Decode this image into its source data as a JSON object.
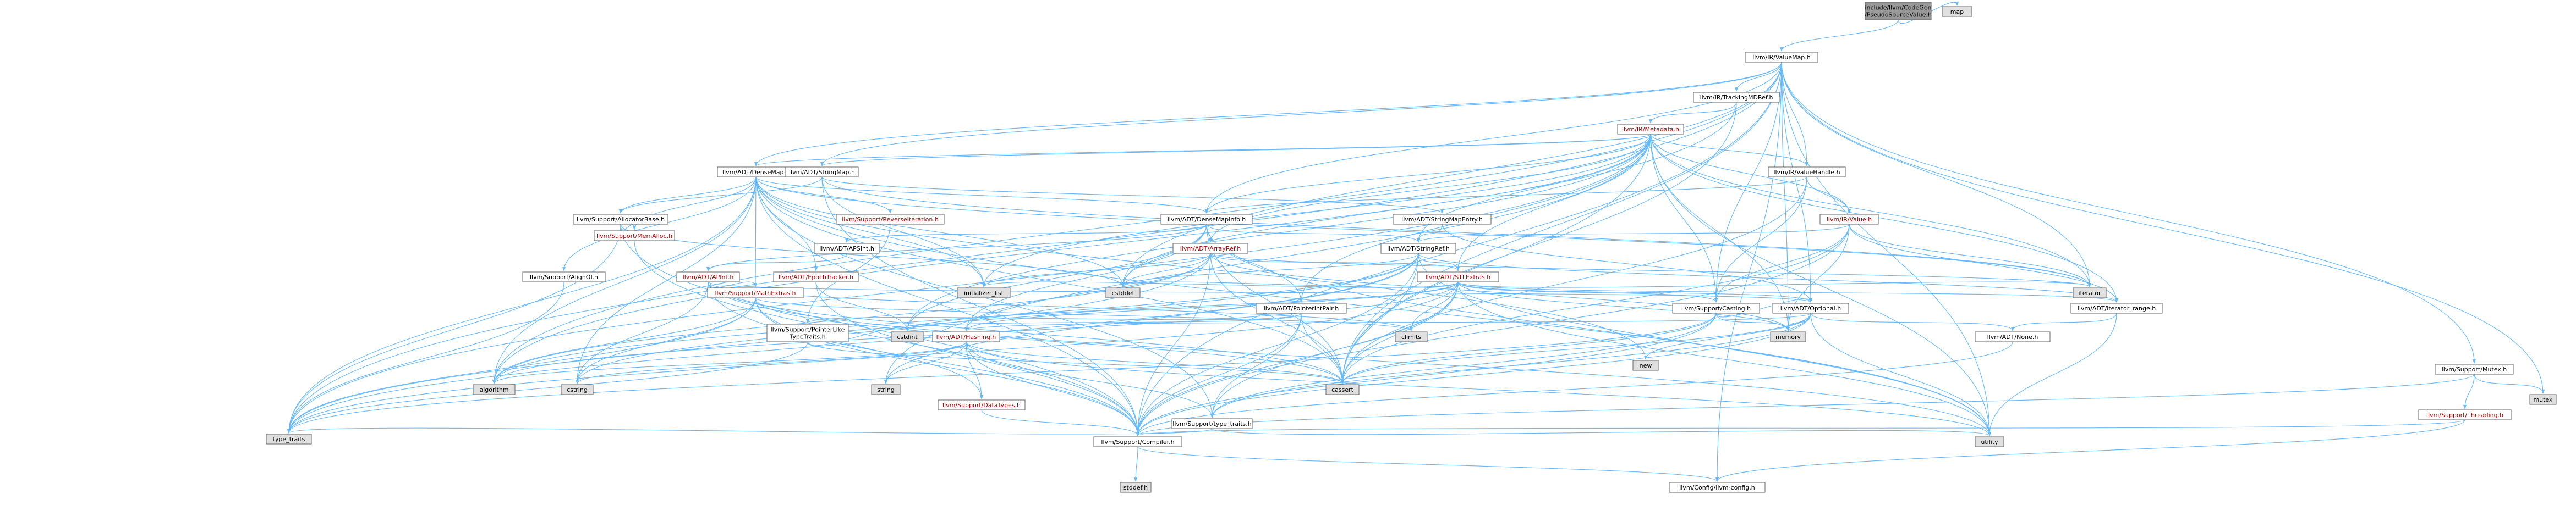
{
  "colors": {
    "root_fill": "#999999",
    "internal_fill": "#ffffff",
    "external_fill": "#e0e0e0",
    "border": "#666666",
    "edge": "#63b8ff",
    "red_label": "#b20000"
  },
  "nodes": {
    "root": {
      "lines": [
        "include/llvm/CodeGen",
        "/PseudoSourceValue.h"
      ],
      "kind": "root"
    },
    "map": {
      "lines": [
        "map"
      ],
      "kind": "external"
    },
    "valuemap": {
      "lines": [
        "llvm/IR/ValueMap.h"
      ],
      "kind": "internal"
    },
    "trackingmdref": {
      "lines": [
        "llvm/IR/TrackingMDRef.h"
      ],
      "kind": "internal"
    },
    "metadata": {
      "lines": [
        "llvm/IR/Metadata.h"
      ],
      "kind": "red"
    },
    "densemap": {
      "lines": [
        "llvm/ADT/DenseMap.h"
      ],
      "kind": "internal"
    },
    "stringmap": {
      "lines": [
        "llvm/ADT/StringMap.h"
      ],
      "kind": "internal"
    },
    "valuehandle": {
      "lines": [
        "llvm/IR/ValueHandle.h"
      ],
      "kind": "internal"
    },
    "allocatorbase": {
      "lines": [
        "llvm/Support/AllocatorBase.h"
      ],
      "kind": "internal"
    },
    "reverseiteration": {
      "lines": [
        "llvm/Support/ReverseIteration.h"
      ],
      "kind": "red"
    },
    "densemapinfo": {
      "lines": [
        "llvm/ADT/DenseMapInfo.h"
      ],
      "kind": "internal"
    },
    "stringmapentry": {
      "lines": [
        "llvm/ADT/StringMapEntry.h"
      ],
      "kind": "internal"
    },
    "irvalue": {
      "lines": [
        "llvm/IR/Value.h"
      ],
      "kind": "red"
    },
    "memalloc": {
      "lines": [
        "llvm/Support/MemAlloc.h"
      ],
      "kind": "red"
    },
    "apsint": {
      "lines": [
        "llvm/ADT/APSInt.h"
      ],
      "kind": "internal"
    },
    "arrayref": {
      "lines": [
        "llvm/ADT/ArrayRef.h"
      ],
      "kind": "red"
    },
    "stringref": {
      "lines": [
        "llvm/ADT/StringRef.h"
      ],
      "kind": "internal"
    },
    "alignof": {
      "lines": [
        "llvm/Support/AlignOf.h"
      ],
      "kind": "internal"
    },
    "apint": {
      "lines": [
        "llvm/ADT/APInt.h"
      ],
      "kind": "red"
    },
    "epochtracker": {
      "lines": [
        "llvm/ADT/EpochTracker.h"
      ],
      "kind": "red"
    },
    "stlextras": {
      "lines": [
        "llvm/ADT/STLExtras.h"
      ],
      "kind": "red"
    },
    "mathextras": {
      "lines": [
        "llvm/Support/MathExtras.h"
      ],
      "kind": "red"
    },
    "initializer_list": {
      "lines": [
        "initializer_list"
      ],
      "kind": "external"
    },
    "cstddef": {
      "lines": [
        "cstddef"
      ],
      "kind": "external"
    },
    "pointerintpair": {
      "lines": [
        "llvm/ADT/PointerIntPair.h"
      ],
      "kind": "internal"
    },
    "casting": {
      "lines": [
        "llvm/Support/Casting.h"
      ],
      "kind": "internal"
    },
    "optional": {
      "lines": [
        "llvm/ADT/Optional.h"
      ],
      "kind": "internal"
    },
    "iterator": {
      "lines": [
        "iterator"
      ],
      "kind": "external"
    },
    "iterator_range": {
      "lines": [
        "llvm/ADT/iterator_range.h"
      ],
      "kind": "internal"
    },
    "ptrliketypetraits": {
      "lines": [
        "llvm/Support/PointerLike",
        "TypeTraits.h"
      ],
      "kind": "internal"
    },
    "cstdint": {
      "lines": [
        "cstdint"
      ],
      "kind": "external"
    },
    "hashing": {
      "lines": [
        "llvm/ADT/Hashing.h"
      ],
      "kind": "red"
    },
    "climits": {
      "lines": [
        "climits"
      ],
      "kind": "external"
    },
    "new": {
      "lines": [
        "new"
      ],
      "kind": "external"
    },
    "memory": {
      "lines": [
        "memory"
      ],
      "kind": "external"
    },
    "adtnone": {
      "lines": [
        "llvm/ADT/None.h"
      ],
      "kind": "internal"
    },
    "mutex_h": {
      "lines": [
        "llvm/Support/Mutex.h"
      ],
      "kind": "internal"
    },
    "mutex": {
      "lines": [
        "mutex"
      ],
      "kind": "external"
    },
    "threading": {
      "lines": [
        "llvm/Support/Threading.h"
      ],
      "kind": "red"
    },
    "algorithm": {
      "lines": [
        "algorithm"
      ],
      "kind": "external"
    },
    "cstring": {
      "lines": [
        "cstring"
      ],
      "kind": "external"
    },
    "string": {
      "lines": [
        "string"
      ],
      "kind": "external"
    },
    "datatypes": {
      "lines": [
        "llvm/Support/DataTypes.h"
      ],
      "kind": "red"
    },
    "supporttypetraits": {
      "lines": [
        "llvm/Support/type_traits.h"
      ],
      "kind": "internal"
    },
    "cassert": {
      "lines": [
        "cassert"
      ],
      "kind": "external"
    },
    "type_traits": {
      "lines": [
        "type_traits"
      ],
      "kind": "external"
    },
    "compiler": {
      "lines": [
        "llvm/Support/Compiler.h"
      ],
      "kind": "internal"
    },
    "utility": {
      "lines": [
        "utility"
      ],
      "kind": "external"
    },
    "stddef": {
      "lines": [
        "stddef.h"
      ],
      "kind": "external"
    },
    "llvmconfig": {
      "lines": [
        "llvm/Config/llvm-config.h"
      ],
      "kind": "internal"
    }
  },
  "edges": [
    [
      "root",
      "valuemap"
    ],
    [
      "root",
      "map"
    ],
    [
      "valuemap",
      "trackingmdref"
    ],
    [
      "valuemap",
      "densemap"
    ],
    [
      "valuemap",
      "stringmap"
    ],
    [
      "valuemap",
      "valuehandle"
    ],
    [
      "valuemap",
      "mutex_h"
    ],
    [
      "valuemap",
      "mutex"
    ],
    [
      "valuemap",
      "casting"
    ],
    [
      "valuemap",
      "optional"
    ],
    [
      "valuemap",
      "iterator"
    ],
    [
      "valuemap",
      "type_traits"
    ],
    [
      "valuemap",
      "utility"
    ],
    [
      "valuemap",
      "cassert"
    ],
    [
      "valuemap",
      "cstddef"
    ],
    [
      "valuemap",
      "memory"
    ],
    [
      "valuemap",
      "algorithm"
    ],
    [
      "valuemap",
      "llvmconfig"
    ],
    [
      "valuemap",
      "densemapinfo"
    ],
    [
      "valuemap",
      "compiler"
    ],
    [
      "trackingmdref",
      "metadata"
    ],
    [
      "trackingmdref",
      "cassert"
    ],
    [
      "trackingmdref",
      "algorithm"
    ],
    [
      "metadata",
      "densemap"
    ],
    [
      "metadata",
      "stringmap"
    ],
    [
      "metadata",
      "valuehandle"
    ],
    [
      "metadata",
      "irvalue"
    ],
    [
      "metadata",
      "arrayref"
    ],
    [
      "metadata",
      "stringref"
    ],
    [
      "metadata",
      "densemapinfo"
    ],
    [
      "metadata",
      "stlextras"
    ],
    [
      "metadata",
      "casting"
    ],
    [
      "metadata",
      "pointerintpair"
    ],
    [
      "metadata",
      "iterator_range"
    ],
    [
      "metadata",
      "cassert"
    ],
    [
      "metadata",
      "cstddef"
    ],
    [
      "metadata",
      "cstdint"
    ],
    [
      "metadata",
      "iterator"
    ],
    [
      "metadata",
      "memory"
    ],
    [
      "metadata",
      "string"
    ],
    [
      "metadata",
      "type_traits"
    ],
    [
      "metadata",
      "utility"
    ],
    [
      "metadata",
      "initializer_list"
    ],
    [
      "densemap",
      "allocatorbase"
    ],
    [
      "densemap",
      "reverseiteration"
    ],
    [
      "densemap",
      "densemapinfo"
    ],
    [
      "densemap",
      "epochtracker"
    ],
    [
      "densemap",
      "alignof"
    ],
    [
      "densemap",
      "compiler"
    ],
    [
      "densemap",
      "mathextras"
    ],
    [
      "densemap",
      "memalloc"
    ],
    [
      "densemap",
      "supporttypetraits"
    ],
    [
      "densemap",
      "algorithm"
    ],
    [
      "densemap",
      "cassert"
    ],
    [
      "densemap",
      "cstddef"
    ],
    [
      "densemap",
      "cstring"
    ],
    [
      "densemap",
      "initializer_list"
    ],
    [
      "densemap",
      "iterator"
    ],
    [
      "densemap",
      "new"
    ],
    [
      "densemap",
      "type_traits"
    ],
    [
      "densemap",
      "utility"
    ],
    [
      "stringmap",
      "stringmapentry"
    ],
    [
      "stringmap",
      "allocatorbase"
    ],
    [
      "stringmap",
      "initializer_list"
    ],
    [
      "stringmap",
      "iterator"
    ],
    [
      "stringmap",
      "compiler"
    ],
    [
      "valuehandle",
      "densemapinfo"
    ],
    [
      "valuehandle",
      "casting"
    ],
    [
      "valuehandle",
      "irvalue"
    ],
    [
      "valuehandle",
      "cassert"
    ],
    [
      "allocatorbase",
      "memalloc"
    ],
    [
      "allocatorbase",
      "compiler"
    ],
    [
      "allocatorbase",
      "cstddef"
    ],
    [
      "allocatorbase",
      "type_traits"
    ],
    [
      "reverseiteration",
      "ptrliketypetraits"
    ],
    [
      "densemapinfo",
      "apsint"
    ],
    [
      "densemapinfo",
      "arrayref"
    ],
    [
      "densemapinfo",
      "stringref"
    ],
    [
      "densemapinfo",
      "hashing"
    ],
    [
      "densemapinfo",
      "cassert"
    ],
    [
      "densemapinfo",
      "cstddef"
    ],
    [
      "densemapinfo",
      "cstdint"
    ],
    [
      "densemapinfo",
      "utility"
    ],
    [
      "densemapinfo",
      "apint"
    ],
    [
      "densemapinfo",
      "pointerintpair"
    ],
    [
      "stringmapentry",
      "stringref"
    ],
    [
      "stringmapentry",
      "optional"
    ],
    [
      "irvalue",
      "stringref"
    ],
    [
      "irvalue",
      "casting"
    ],
    [
      "irvalue",
      "iterator_range"
    ],
    [
      "irvalue",
      "compiler"
    ],
    [
      "irvalue",
      "cassert"
    ],
    [
      "irvalue",
      "iterator"
    ],
    [
      "irvalue",
      "memory"
    ],
    [
      "memalloc",
      "compiler"
    ],
    [
      "apsint",
      "apint"
    ],
    [
      "arrayref",
      "stlextras"
    ],
    [
      "arrayref",
      "hashing"
    ],
    [
      "arrayref",
      "none"
    ],
    [
      "arrayref",
      "compiler"
    ],
    [
      "arrayref",
      "algorithm"
    ],
    [
      "arrayref",
      "cassert"
    ],
    [
      "arrayref",
      "cstddef"
    ],
    [
      "arrayref",
      "initializer_list"
    ],
    [
      "arrayref",
      "iterator"
    ],
    [
      "arrayref",
      "memory"
    ],
    [
      "arrayref",
      "type_traits"
    ],
    [
      "arrayref",
      "vector"
    ],
    [
      "stringref",
      "stlextras"
    ],
    [
      "stringref",
      "iterator_range"
    ],
    [
      "stringref",
      "compiler"
    ],
    [
      "stringref",
      "algorithm"
    ],
    [
      "stringref",
      "cassert"
    ],
    [
      "stringref",
      "cstddef"
    ],
    [
      "stringref",
      "cstring"
    ],
    [
      "stringref",
      "limits"
    ],
    [
      "stringref",
      "string"
    ],
    [
      "stringref",
      "type_traits"
    ],
    [
      "stringref",
      "utility"
    ],
    [
      "alignof",
      "type_traits"
    ],
    [
      "apint",
      "mathextras"
    ],
    [
      "apint",
      "compiler"
    ],
    [
      "apint",
      "cassert"
    ],
    [
      "apint",
      "climits"
    ],
    [
      "apint",
      "cstring"
    ],
    [
      "apint",
      "utility"
    ],
    [
      "apint",
      "optional"
    ],
    [
      "epochtracker",
      "compiler"
    ],
    [
      "epochtracker",
      "cstdint"
    ],
    [
      "stlextras",
      "optional"
    ],
    [
      "stlextras",
      "iterator_range"
    ],
    [
      "stlextras",
      "casting"
    ],
    [
      "stlextras",
      "compiler"
    ],
    [
      "stlextras",
      "algorithm"
    ],
    [
      "stlextras",
      "cassert"
    ],
    [
      "stlextras",
      "cstddef"
    ],
    [
      "stlextras",
      "cstdint"
    ],
    [
      "stlextras",
      "climits"
    ],
    [
      "stlextras",
      "initializer_list"
    ],
    [
      "stlextras",
      "iterator"
    ],
    [
      "stlextras",
      "memory"
    ],
    [
      "stlextras",
      "utility"
    ],
    [
      "stlextras",
      "type_traits"
    ],
    [
      "stlextras",
      "supporttypetraits"
    ],
    [
      "stlextras",
      "hashing"
    ],
    [
      "mathextras",
      "compiler"
    ],
    [
      "mathextras",
      "algorithm"
    ],
    [
      "mathextras",
      "cassert"
    ],
    [
      "mathextras",
      "climits"
    ],
    [
      "mathextras",
      "cstring"
    ],
    [
      "mathextras",
      "type_traits"
    ],
    [
      "mathextras",
      "datatypes"
    ],
    [
      "pointerintpair",
      "ptrliketypetraits"
    ],
    [
      "pointerintpair",
      "compiler"
    ],
    [
      "pointerintpair",
      "supporttypetraits"
    ],
    [
      "pointerintpair",
      "cassert"
    ],
    [
      "pointerintpair",
      "cstdint"
    ],
    [
      "pointerintpair",
      "limits"
    ],
    [
      "casting",
      "supporttypetraits"
    ],
    [
      "casting",
      "compiler"
    ],
    [
      "casting",
      "cassert"
    ],
    [
      "casting",
      "memory"
    ],
    [
      "casting",
      "type_traits"
    ],
    [
      "casting",
      "optional"
    ],
    [
      "optional",
      "adtnone"
    ],
    [
      "optional",
      "compiler"
    ],
    [
      "optional",
      "supporttypetraits"
    ],
    [
      "optional",
      "cassert"
    ],
    [
      "optional",
      "new"
    ],
    [
      "optional",
      "utility"
    ],
    [
      "optional",
      "memory"
    ],
    [
      "optional",
      "hashing"
    ],
    [
      "iterator_range",
      "utility"
    ],
    [
      "iterator_range",
      "adtnone"
    ],
    [
      "ptrliketypetraits",
      "cassert"
    ],
    [
      "ptrliketypetraits",
      "cstdint"
    ],
    [
      "ptrliketypetraits",
      "type_traits"
    ],
    [
      "hashing",
      "algorithm"
    ],
    [
      "hashing",
      "cassert"
    ],
    [
      "hashing",
      "cstring"
    ],
    [
      "hashing",
      "string"
    ],
    [
      "hashing",
      "tuple"
    ],
    [
      "hashing",
      "utility"
    ],
    [
      "hashing",
      "datatypes"
    ],
    [
      "hashing",
      "supporttypetraits"
    ],
    [
      "hashing",
      "compiler"
    ],
    [
      "mutex_h",
      "threading"
    ],
    [
      "mutex_h",
      "compiler"
    ],
    [
      "mutex_h",
      "mutex"
    ],
    [
      "threading",
      "compiler"
    ],
    [
      "threading",
      "llvmconfig"
    ],
    [
      "supporttypetraits",
      "type_traits"
    ],
    [
      "supporttypetraits",
      "utility"
    ],
    [
      "compiler",
      "llvmconfig"
    ],
    [
      "compiler",
      "stddef"
    ],
    [
      "adtnone",
      "compiler"
    ],
    [
      "datatypes",
      "compiler"
    ]
  ]
}
